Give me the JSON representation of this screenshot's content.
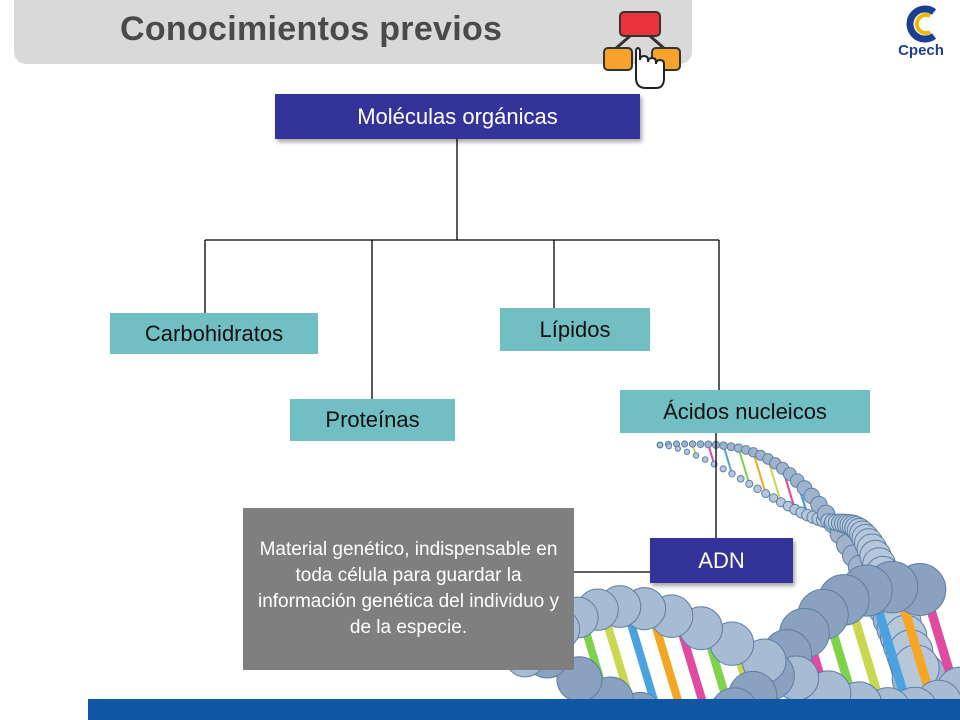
{
  "header": {
    "title": "Conocimientos previos",
    "icon_name": "concept-map-click-icon",
    "logo_text": "Cpech"
  },
  "diagram": {
    "root": "Moléculas orgánicas",
    "children": [
      "Carbohidratos",
      "Proteínas",
      "Lípidos",
      "Ácidos nucleicos"
    ],
    "leaf": "ADN",
    "description": "Material genético, indispensable en toda célula para guardar la información genética del individuo y de la especie."
  },
  "colors": {
    "root_fill": "#333399",
    "child_fill": "#72bfc3",
    "description_fill": "#7f7f7f",
    "footer_bar": "#0f56a4"
  },
  "illustration": "dna-double-helix"
}
